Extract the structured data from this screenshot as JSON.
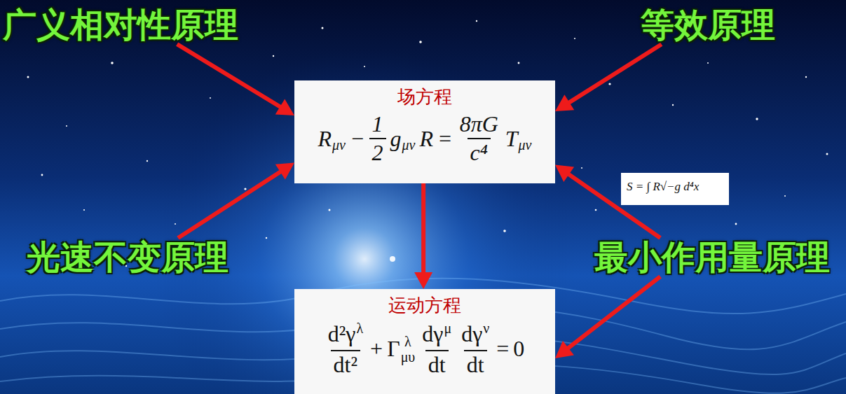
{
  "diagram": {
    "nodes": [
      {
        "text": [
          "广义相对性原理"
        ]
      },
      {
        "text": [
          "等效原理"
        ]
      },
      {
        "text": [
          "场方程",
          "R",
          "μν",
          "−",
          "1",
          "2",
          "g",
          "μν",
          "R",
          "=",
          "8πG",
          "c⁴",
          "T",
          "μν"
        ]
      },
      {
        "text": [
          "S = ∫ R√−g d⁴x"
        ]
      },
      {
        "text": [
          "光速不变原理"
        ]
      },
      {
        "text": [
          "最小作用量原理"
        ]
      },
      {
        "text": [
          "运动方程",
          "d²γ",
          "λ",
          "dt²",
          "+",
          "Γ",
          "λ",
          "μυ",
          "dγ",
          "μ",
          "dt",
          "dγ",
          "ν",
          "dt",
          "=",
          "0"
        ]
      }
    ],
    "edges": [
      {
        "from": 0,
        "to": 2,
        "arrow": "to"
      },
      {
        "from": 1,
        "to": 2,
        "arrow": "to"
      },
      {
        "from": 4,
        "to": 2,
        "arrow": "to"
      },
      {
        "from": 5,
        "to": 2,
        "arrow": "to"
      },
      {
        "from": 2,
        "to": 6,
        "arrow": "to"
      },
      {
        "from": 5,
        "to": 6,
        "arrow": "to"
      }
    ]
  }
}
